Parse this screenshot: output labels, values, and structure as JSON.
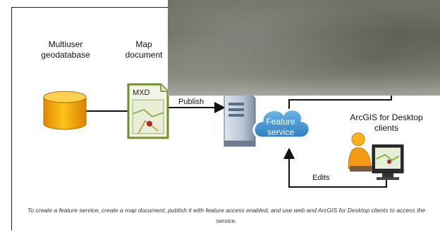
{
  "labels": {
    "geodatabase": "Multiuser\ngeodatabase",
    "map_document": "Map\ndocument",
    "clients": "ArcGIS for Desktop\nclients",
    "publish": "Publish",
    "edits": "Edits",
    "mxd": "MXD",
    "feature_service": "Feature\nservice"
  },
  "caption": "To create a feature service, create a map document, publish it with feature access enabled, and use web and ArcGIS for Desktop clients to access the service."
}
